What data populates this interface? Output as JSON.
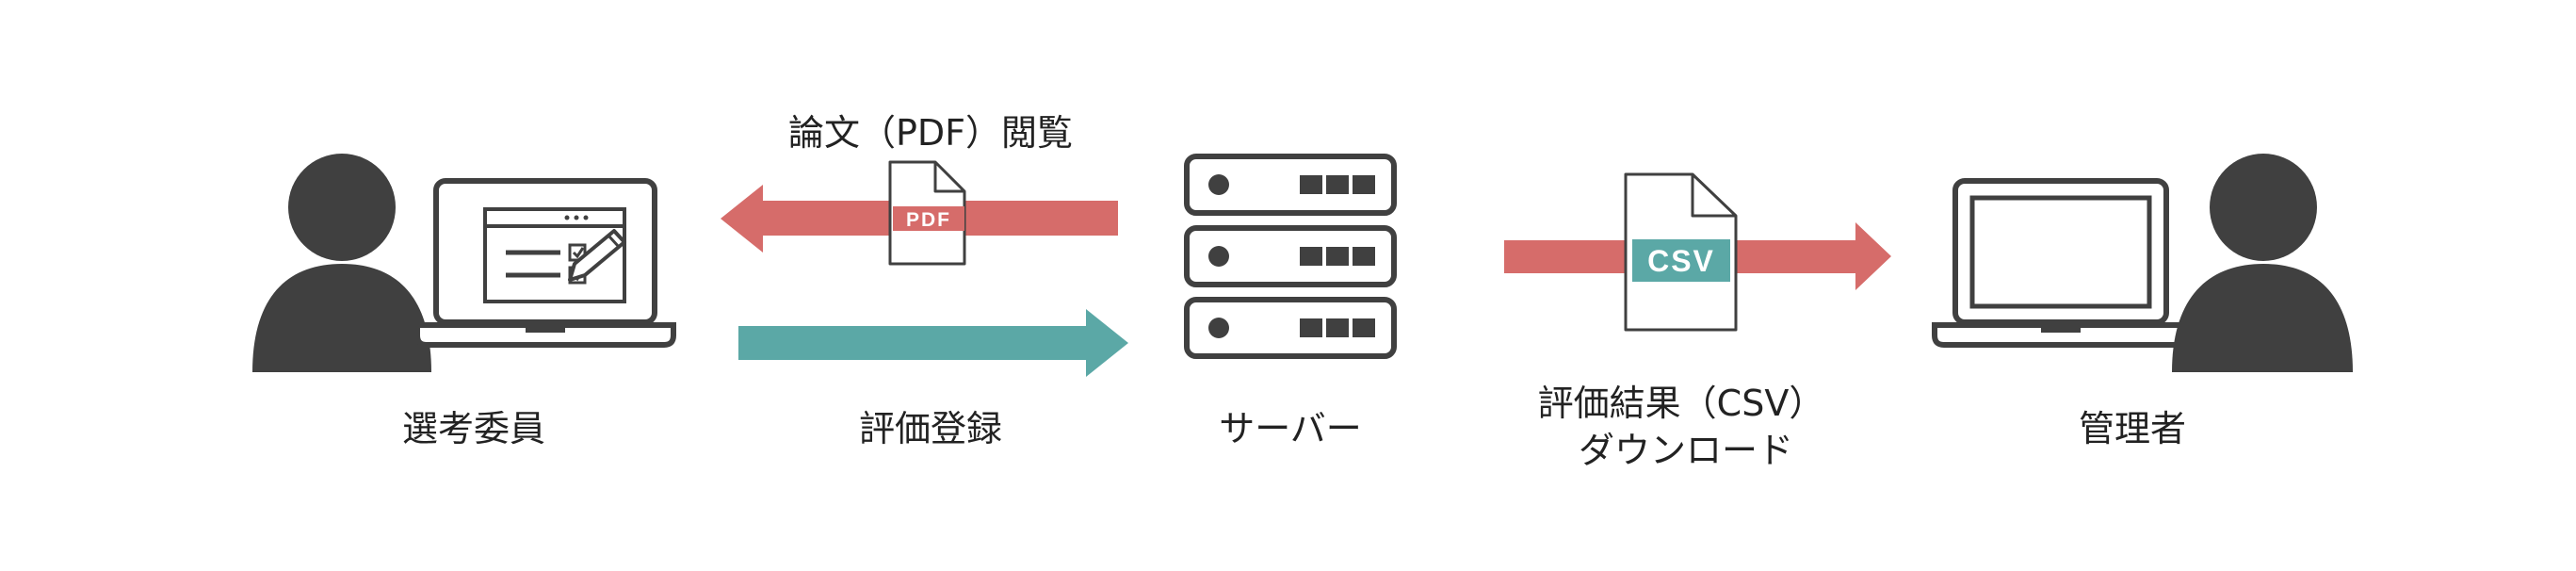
{
  "labels": {
    "reviewer": "選考委員",
    "pdf_view": "論文（PDF）閲覧",
    "eval_register": "評価登録",
    "server": "サーバー",
    "csv_download_line1": "評価結果（CSV）",
    "csv_download_line2": "ダウンロード",
    "admin": "管理者"
  },
  "file_badges": {
    "pdf": "PDF",
    "csv": "CSV"
  },
  "colors": {
    "person": "#404040",
    "red_arrow": "#D66C6A",
    "teal_arrow": "#5BA8A6",
    "csv_badge": "#5BA8A6",
    "pdf_badge": "#D66C6A",
    "outline": "#404040",
    "text": "#222222"
  },
  "icons": [
    "person-icon",
    "laptop-icon",
    "form-icon",
    "pencil-icon",
    "pdf-file-icon",
    "server-icon",
    "csv-file-icon"
  ]
}
